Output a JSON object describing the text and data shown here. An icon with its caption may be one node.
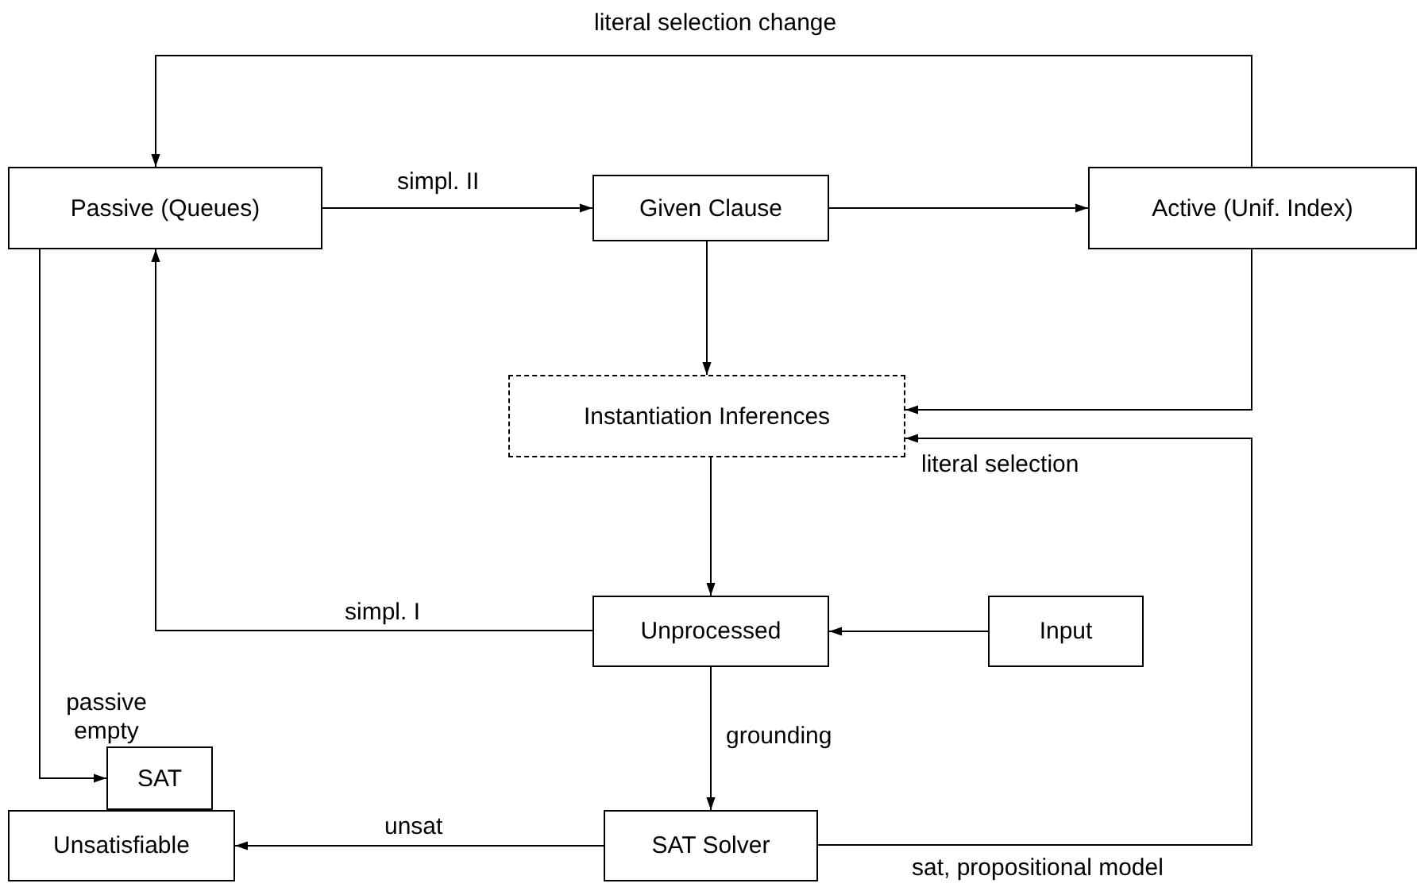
{
  "diagram": {
    "nodes": [
      {
        "text": [
          "Passive (Queues)"
        ]
      },
      {
        "text": [
          "Given Clause"
        ]
      },
      {
        "text": [
          "Active (Unif. Index)"
        ]
      },
      {
        "text": [
          "Instantiation Inferences"
        ]
      },
      {
        "text": [
          "Unprocessed"
        ]
      },
      {
        "text": [
          "Input"
        ]
      },
      {
        "text": [
          "SAT"
        ]
      },
      {
        "text": [
          "Unsatisfiable"
        ]
      },
      {
        "text": [
          "SAT Solver"
        ]
      }
    ],
    "edges": [
      {
        "from": 0,
        "to": 1,
        "arrow": "to",
        "label": "simpl. II"
      },
      {
        "from": 1,
        "to": 2,
        "arrow": "to"
      },
      {
        "from": 2,
        "to": 0,
        "arrow": "to",
        "label": "literal selection change"
      },
      {
        "from": 1,
        "to": 3,
        "arrow": "to"
      },
      {
        "from": 2,
        "to": 3,
        "arrow": "to"
      },
      {
        "from": 8,
        "to": 3,
        "arrow": "to",
        "label": "sat, propositional model"
      },
      {
        "from": 3,
        "to": 4,
        "arrow": "to"
      },
      {
        "from": 4,
        "to": 0,
        "arrow": "to",
        "label": "simpl. I"
      },
      {
        "from": 5,
        "to": 4,
        "arrow": "to"
      },
      {
        "from": 4,
        "to": 8,
        "arrow": "to",
        "label": "grounding"
      },
      {
        "from": 8,
        "to": 7,
        "arrow": "to",
        "label": "unsat"
      },
      {
        "from": 0,
        "to": 6,
        "arrow": "to",
        "label": "passive empty"
      }
    ],
    "labels": [
      "literal selection"
    ]
  }
}
